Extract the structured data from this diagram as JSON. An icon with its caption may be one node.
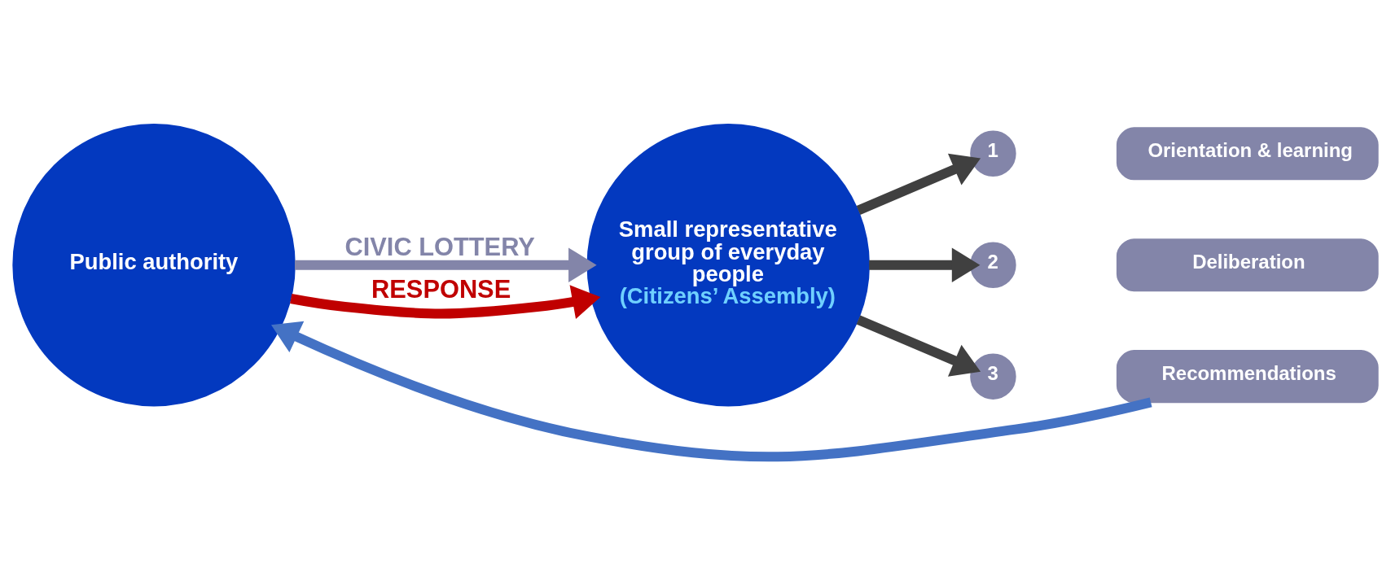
{
  "diagram": {
    "nodes": [
      {
        "text": [
          "Public authority"
        ]
      },
      {
        "text": [
          "Small representative group of everyday people",
          "(Citizens’ Assembly)"
        ]
      },
      {
        "text": [
          "1"
        ]
      },
      {
        "text": [
          "Orientation & learning"
        ]
      },
      {
        "text": [
          "2"
        ]
      },
      {
        "text": [
          "Deliberation"
        ]
      },
      {
        "text": [
          "3"
        ]
      },
      {
        "text": [
          "Recommendations"
        ]
      }
    ],
    "edges": [
      {
        "from": 0,
        "to": 1,
        "arrow": "to",
        "label": "CIVIC LOTTERY",
        "color": "#8385a9"
      },
      {
        "from": 0,
        "to": 1,
        "arrow": "to",
        "label": "RESPONSE",
        "color": "#c00000"
      },
      {
        "from": 1,
        "to": 2,
        "arrow": "to"
      },
      {
        "from": 1,
        "to": 4,
        "arrow": "to"
      },
      {
        "from": 1,
        "to": 6,
        "arrow": "to"
      },
      {
        "from": 7,
        "to": 0,
        "arrow": "to",
        "color": "#4472c4"
      }
    ]
  }
}
